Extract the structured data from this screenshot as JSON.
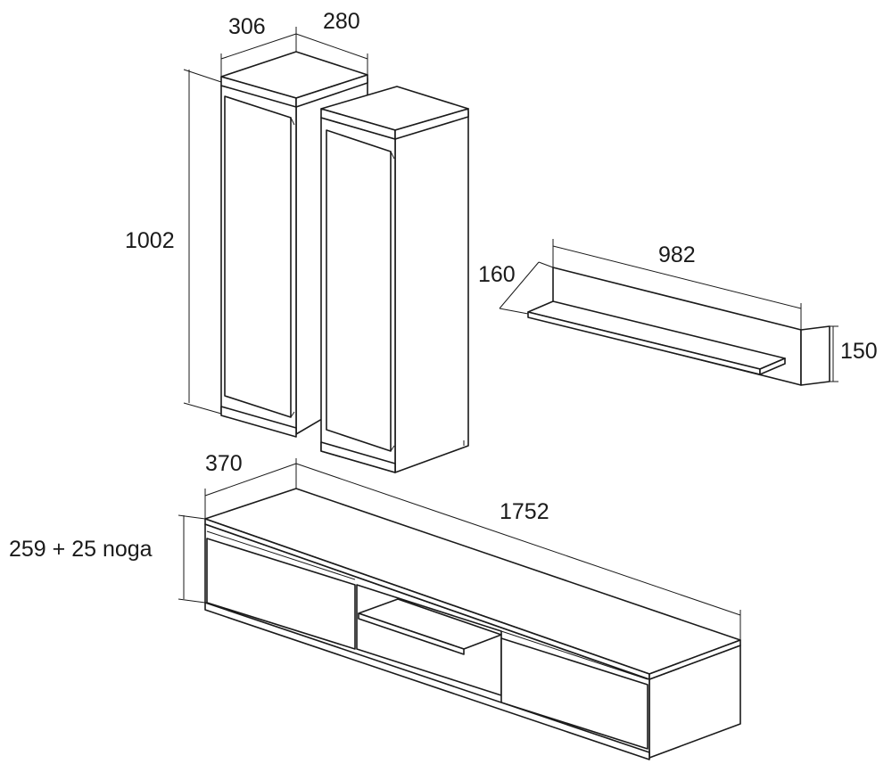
{
  "diagram": {
    "dimensions": {
      "cabinet_width": "306",
      "cabinet_depth": "280",
      "cabinet_height": "1002",
      "shelf_depth": "160",
      "shelf_width": "982",
      "shelf_height": "150",
      "tv_depth": "370",
      "tv_width": "1752",
      "tv_height": "259 + 25 noga"
    },
    "colors": {
      "line": "#1a1a1a",
      "background": "#ffffff"
    }
  }
}
